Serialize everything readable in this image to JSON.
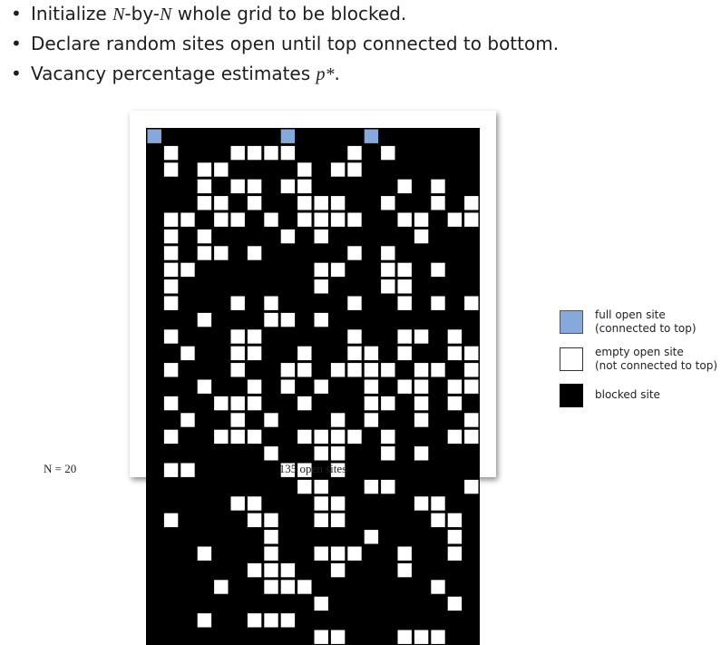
{
  "bullets": [
    {
      "parts": [
        "Initialize ",
        "N",
        "-by-",
        "N",
        " whole grid to be blocked."
      ]
    },
    {
      "parts": [
        "Declare random sites open until top connected to bottom."
      ]
    },
    {
      "parts": [
        "Vacancy percentage estimates ",
        "p*",
        "."
      ]
    }
  ],
  "grid": {
    "n": 20,
    "rows": [
      "F.......F....F......",
      ".O...OOOO...O.O.....",
      ".O.OO....O.OO.......",
      "...O.OO.OO.....O.O..",
      "...OO.O..OOO..O..O.O",
      ".OO.OO.O.OOOO..OO.OO",
      ".O.O....O.O.....O...",
      ".O.OO.O.....O.O.....",
      ".OO.......OO..OO.O..",
      ".O........O...OO....",
      ".O...O.O....O..O.O.O",
      "...O...OO.O.........",
      ".O...OO.....O..OO.O.",
      "..O..OO..O..OO.O..OO",
      ".O...O..OO.OOOO.OO.O",
      "...O..O.O.O..O.OO.OO",
      ".O..OOO..O...OO.O.O.",
      "..O..O.O...O.O..O..O",
      ".O..OOO..OOOO.O...OO",
      ".......O..OO..O.O...",
      ".OO.....OO.O........",
      ".........OO..OO....O",
      ".....OO...OO....OO..",
      ".O....OO..OO.....OO.",
      ".......O.....O....O.",
      "...O...O..OOO..O..O.",
      "......OOO..O...O....",
      "....O..OOO.......O..",
      "..........O.......O.",
      "...O..OOO...........",
      "..........OO...OOO.."
    ],
    "colors": {
      "full": "#86a9dc",
      "empty": "#ffffff",
      "blocked": "#000000"
    }
  },
  "caption": "135 open sites",
  "n_label": "N = 20",
  "legend": [
    {
      "kind": "full",
      "line1": "full open site",
      "line2": "(connected to top)"
    },
    {
      "kind": "empty",
      "line1": "empty open site",
      "line2": "(not connected to top)"
    },
    {
      "kind": "blocked",
      "line1": "blocked site",
      "line2": ""
    }
  ]
}
